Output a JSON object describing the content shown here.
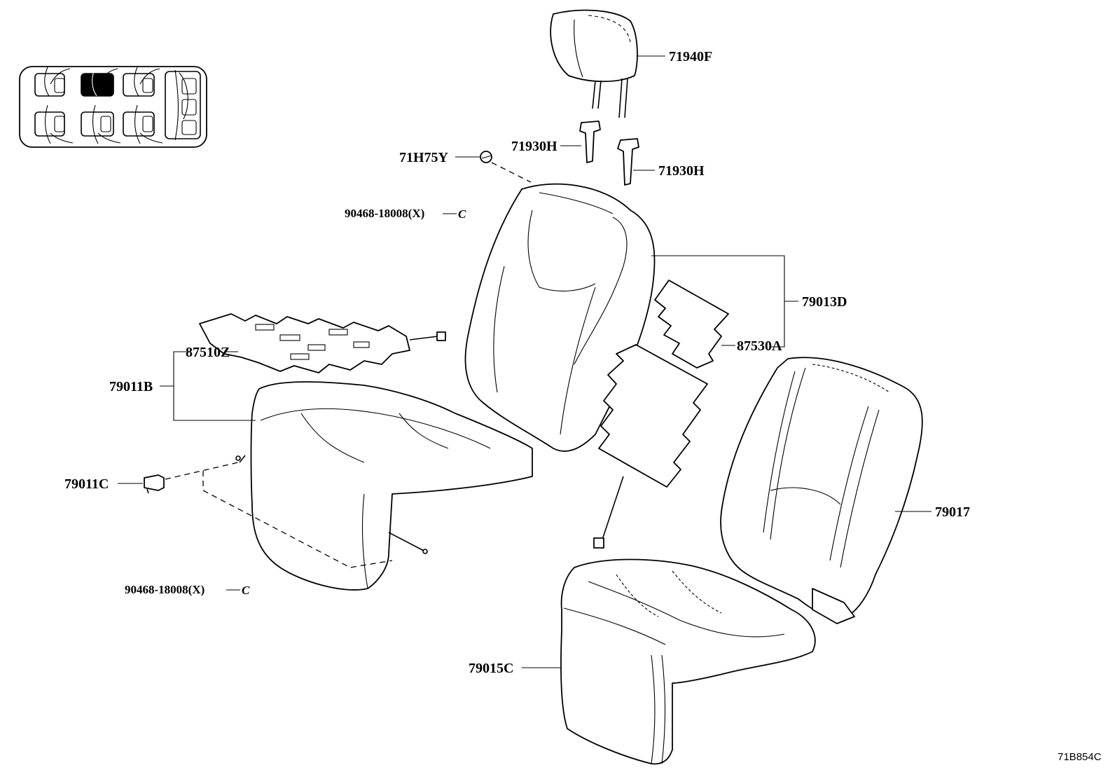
{
  "labels": {
    "headrest": "71940F",
    "guide_upper": "71930H",
    "guide_lower": "71930H",
    "clip_top": "71H75Y",
    "hog_ring_upper": "90468-18008(X)",
    "hog_ring_upper_ref": "C",
    "seatback_assy": "79013D",
    "seatback_heater": "87530A",
    "cushion_heater": "87510Z",
    "cushion_assy": "79011B",
    "clip_cushion": "79011C",
    "hog_ring_lower": "90468-18008(X)",
    "hog_ring_lower_ref": "C",
    "seatback_pad": "79017",
    "cushion_pad": "79015C"
  },
  "diagram_code": "71B854C",
  "locator": {
    "highlighted_seat": "front-row center-left seat",
    "highlight_color": "#000000"
  }
}
